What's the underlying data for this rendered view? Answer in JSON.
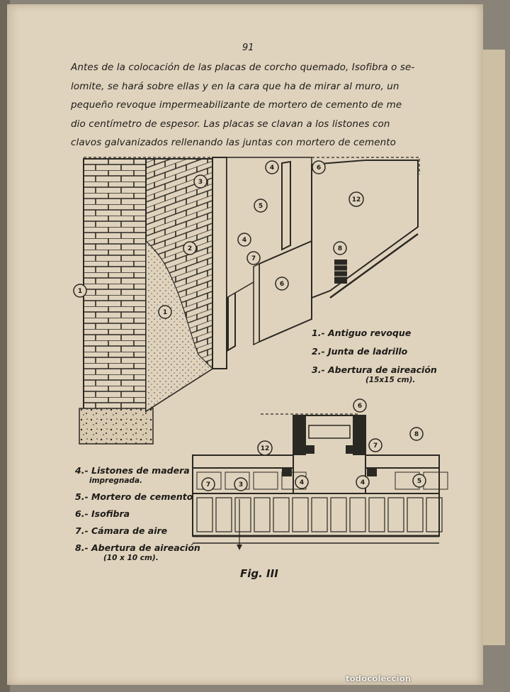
{
  "page_number": "91",
  "paragraph": [
    "Antes de la colocación de las placas de corcho quemado, Isofibra o se-",
    "lomite, se hará sobre ellas y en la cara que ha de mirar al muro, un",
    "pequeño revoque impermeabilizante de mortero de cemento de me",
    "dio centímetro de espesor. Las placas se clavan a los listones con",
    "clavos galvanizados rellenando las juntas con mortero de cemento"
  ],
  "legend_upper": [
    {
      "text": "1.- Antiguo revoque"
    },
    {
      "text": "2.- Junta de ladrillo"
    },
    {
      "text": "3.- Abertura de aireación",
      "sub": "(15x15 cm)."
    }
  ],
  "legend_lower": [
    {
      "text": "4.- Listones de madera",
      "sub": "impregnada."
    },
    {
      "text": "5.- Mortero de cemento"
    },
    {
      "text": "6.- Isofibra"
    },
    {
      "text": "7.- Cámara de aire"
    },
    {
      "text": "8.- Abertura de aireación",
      "sub": "(10 x 10 cm)."
    }
  ],
  "callouts": {
    "c1a": "1",
    "c1b": "1",
    "c2": "2",
    "c3a": "3",
    "c3b": "3",
    "c4a": "4",
    "c4b": "4",
    "c4c": "4",
    "c4d": "4",
    "c5a": "5",
    "c5b": "5",
    "c6a": "6",
    "c6b": "6",
    "c6c": "6",
    "c7a": "7",
    "c7b": "7",
    "c7c": "7",
    "c8a": "8",
    "c8b": "8",
    "c12a": "12",
    "c12b": "12"
  },
  "figure_caption": "Fig. III",
  "watermark": "todocoleccion"
}
